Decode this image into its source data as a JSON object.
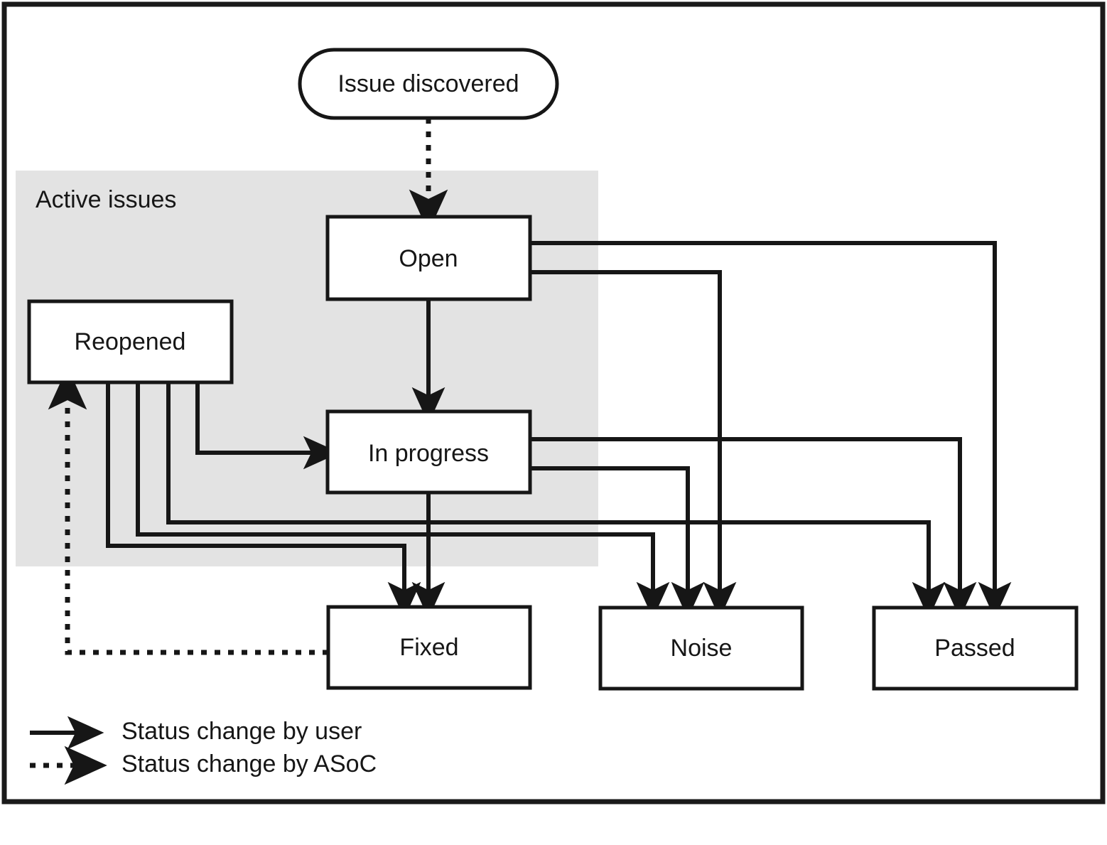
{
  "figure": {
    "kind": "state-transition-diagram",
    "background": "#ffffff",
    "border_color": "#1a1a1a",
    "line_color": "#161616",
    "group_fill": "#e3e3e3"
  },
  "group": {
    "label": "Active issues"
  },
  "nodes": {
    "start": {
      "label": "Issue discovered",
      "shape": "rounded"
    },
    "open": {
      "label": "Open",
      "shape": "rect"
    },
    "reopened": {
      "label": "Reopened",
      "shape": "rect"
    },
    "in_progress": {
      "label": "In progress",
      "shape": "rect"
    },
    "fixed": {
      "label": "Fixed",
      "shape": "rect"
    },
    "noise": {
      "label": "Noise",
      "shape": "rect"
    },
    "passed": {
      "label": "Passed",
      "shape": "rect"
    }
  },
  "edges": [
    {
      "from": "start",
      "to": "open",
      "style": "dotted",
      "actor": "ASoC"
    },
    {
      "from": "open",
      "to": "in_progress",
      "style": "solid",
      "actor": "user"
    },
    {
      "from": "open",
      "to": "passed",
      "style": "solid",
      "actor": "user"
    },
    {
      "from": "open",
      "to": "noise",
      "style": "solid",
      "actor": "user"
    },
    {
      "from": "in_progress",
      "to": "fixed",
      "style": "solid",
      "actor": "user"
    },
    {
      "from": "in_progress",
      "to": "passed",
      "style": "solid",
      "actor": "user"
    },
    {
      "from": "in_progress",
      "to": "noise",
      "style": "solid",
      "actor": "user"
    },
    {
      "from": "reopened",
      "to": "in_progress",
      "style": "solid",
      "actor": "user"
    },
    {
      "from": "reopened",
      "to": "fixed",
      "style": "solid",
      "actor": "user"
    },
    {
      "from": "reopened",
      "to": "noise",
      "style": "solid",
      "actor": "user"
    },
    {
      "from": "reopened",
      "to": "passed",
      "style": "solid",
      "actor": "user"
    },
    {
      "from": "fixed",
      "to": "reopened",
      "style": "dotted",
      "actor": "ASoC"
    }
  ],
  "legend": {
    "items": [
      {
        "style": "solid",
        "label": "Status change by user"
      },
      {
        "style": "dotted",
        "label": "Status change by ASoC"
      }
    ]
  }
}
